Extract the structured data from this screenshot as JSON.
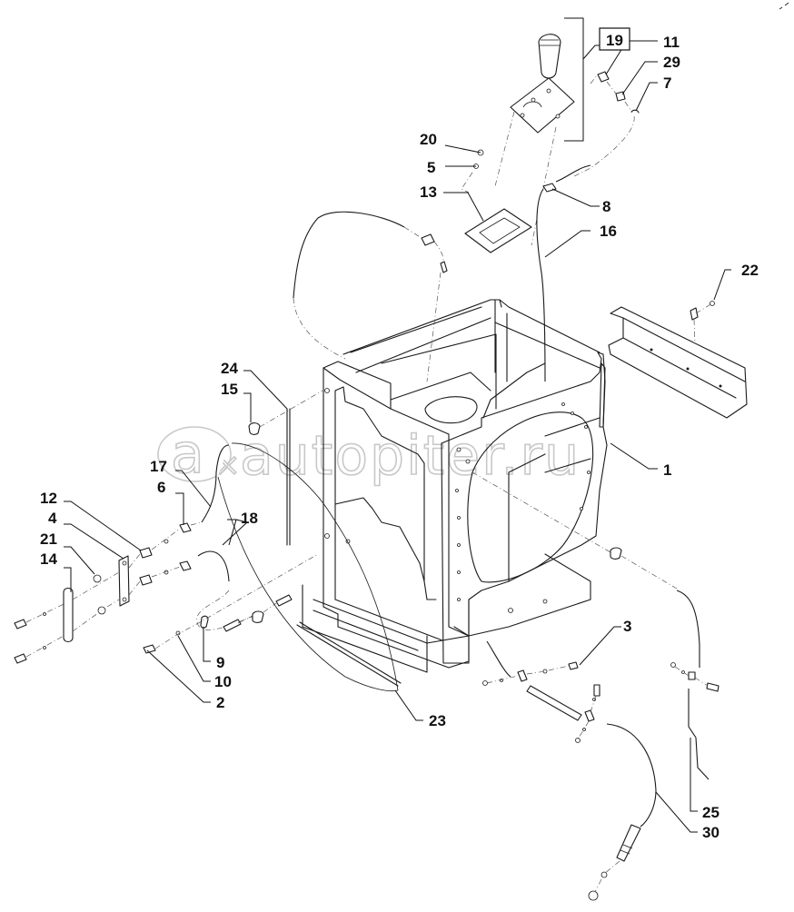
{
  "diagram": {
    "title": "Exploded parts view - frame / radiator support assembly",
    "watermark": {
      "logo_text": "a",
      "site_text": "autopiter.ru"
    },
    "callouts": [
      {
        "id": "1",
        "label": "1"
      },
      {
        "id": "2",
        "label": "2"
      },
      {
        "id": "3",
        "label": "3"
      },
      {
        "id": "4",
        "label": "4"
      },
      {
        "id": "5",
        "label": "5"
      },
      {
        "id": "6",
        "label": "6"
      },
      {
        "id": "7",
        "label": "7"
      },
      {
        "id": "8",
        "label": "8"
      },
      {
        "id": "9",
        "label": "9"
      },
      {
        "id": "10",
        "label": "10"
      },
      {
        "id": "11",
        "label": "11"
      },
      {
        "id": "12",
        "label": "12"
      },
      {
        "id": "13",
        "label": "13"
      },
      {
        "id": "14",
        "label": "14"
      },
      {
        "id": "15",
        "label": "15"
      },
      {
        "id": "16",
        "label": "16"
      },
      {
        "id": "17",
        "label": "17"
      },
      {
        "id": "18",
        "label": "18"
      },
      {
        "id": "19",
        "label": "19",
        "boxed": true
      },
      {
        "id": "20",
        "label": "20"
      },
      {
        "id": "21",
        "label": "21"
      },
      {
        "id": "22",
        "label": "22"
      },
      {
        "id": "23",
        "label": "23"
      },
      {
        "id": "24",
        "label": "24"
      },
      {
        "id": "25",
        "label": "25"
      },
      {
        "id": "29",
        "label": "29"
      },
      {
        "id": "30",
        "label": "30"
      }
    ]
  }
}
